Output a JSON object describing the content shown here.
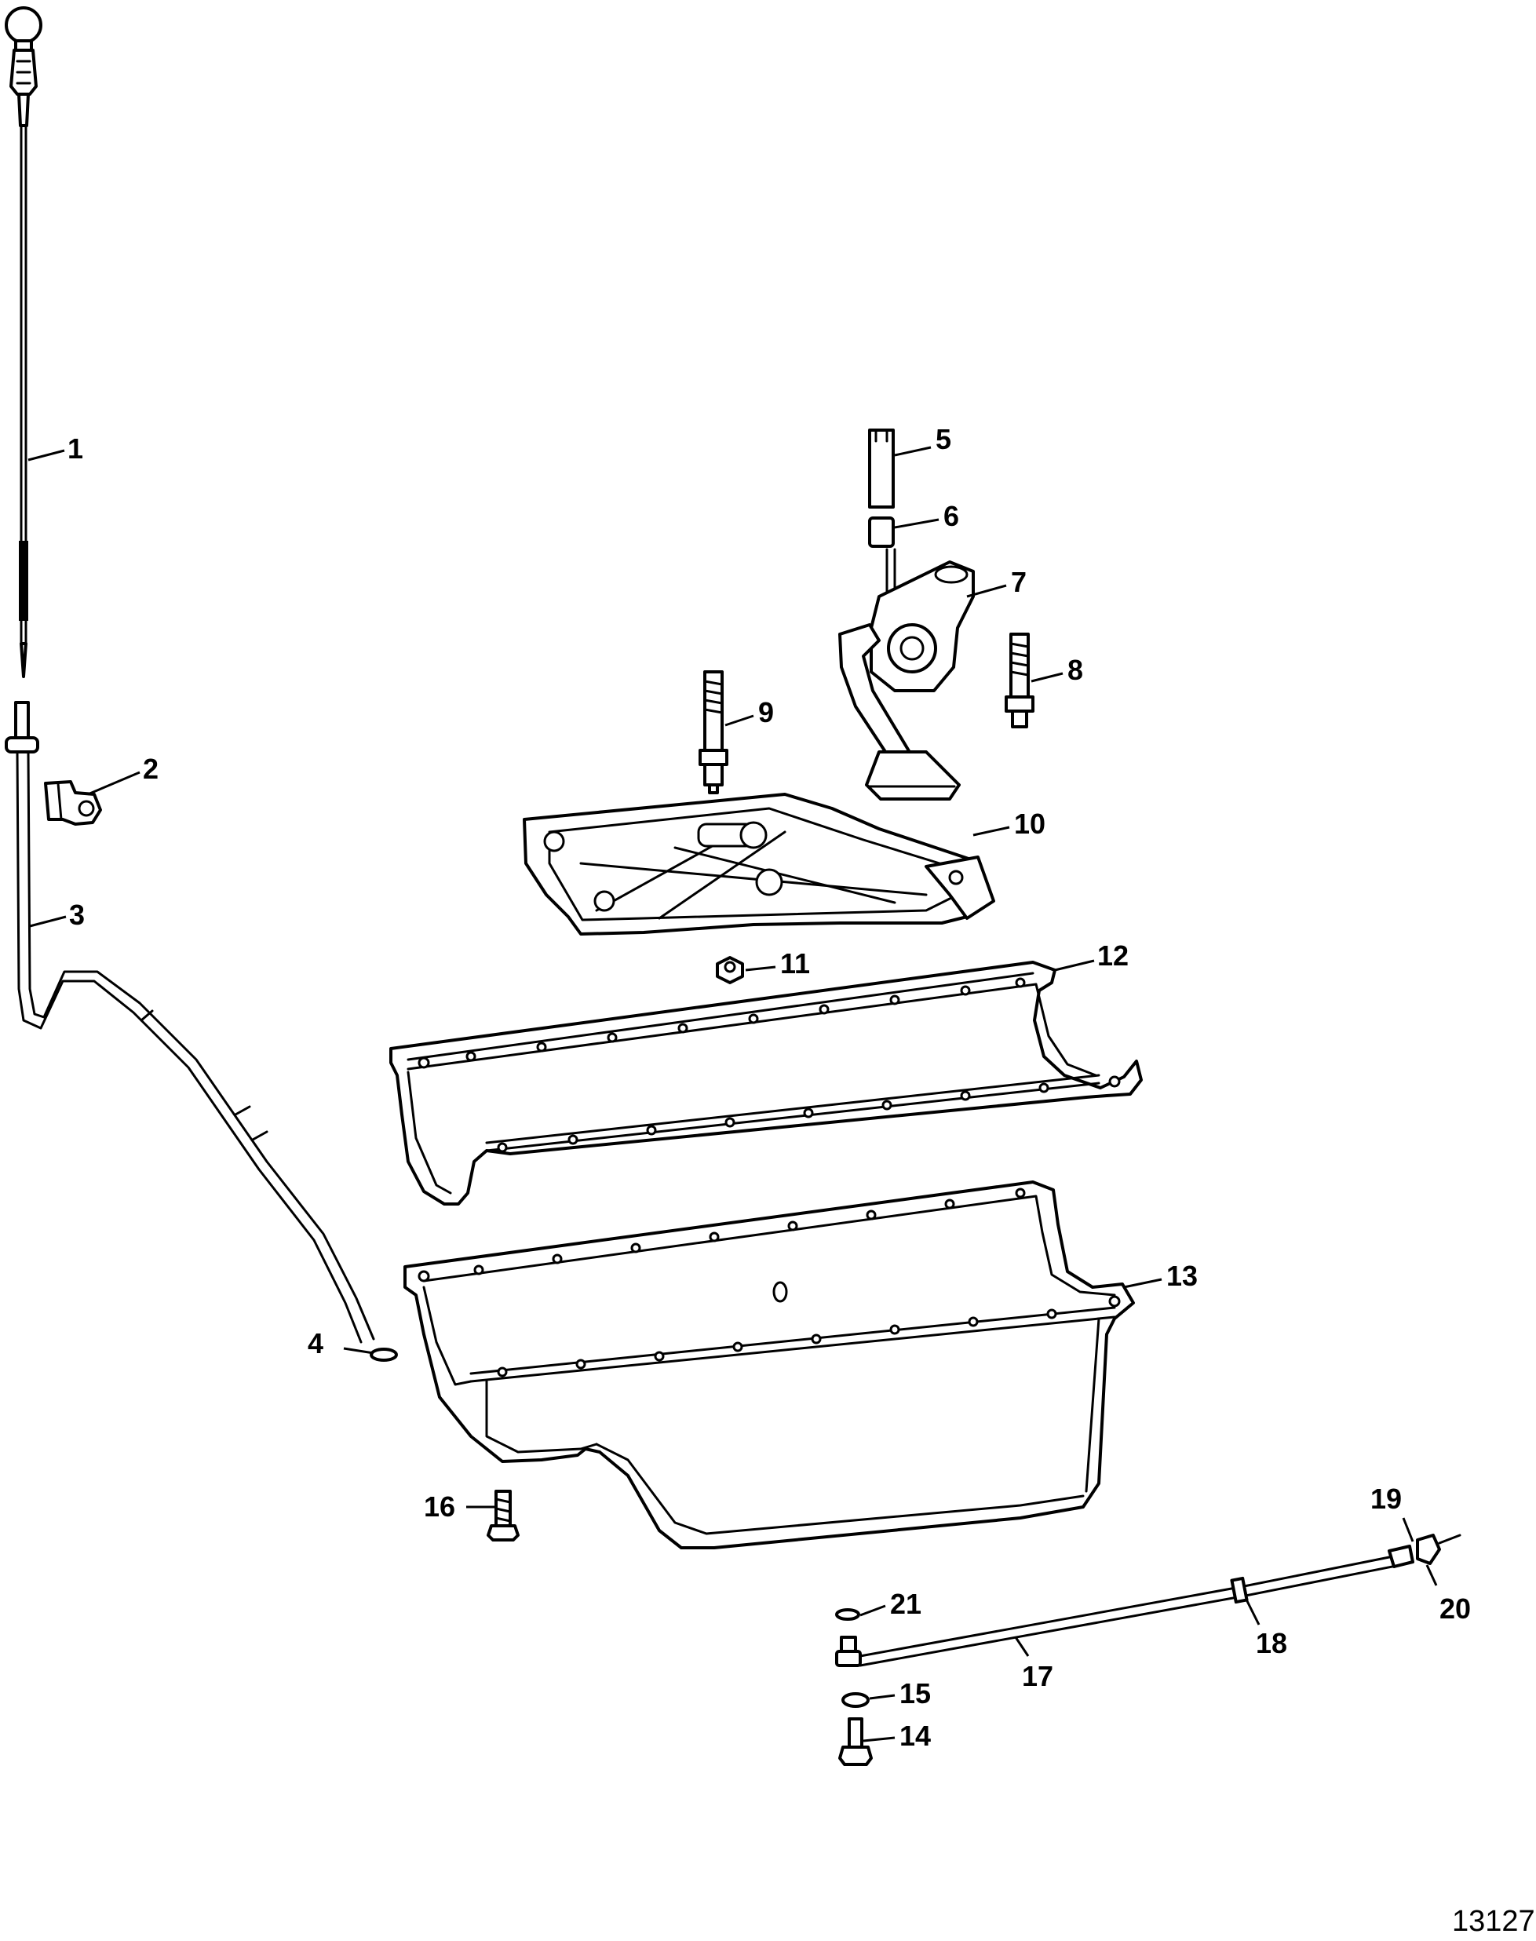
{
  "figure_id": "13127",
  "callouts": [
    {
      "id": "1",
      "text": "1"
    },
    {
      "id": "2",
      "text": "2"
    },
    {
      "id": "3",
      "text": "3"
    },
    {
      "id": "4",
      "text": "4"
    },
    {
      "id": "5",
      "text": "5"
    },
    {
      "id": "6",
      "text": "6"
    },
    {
      "id": "7",
      "text": "7"
    },
    {
      "id": "8",
      "text": "8"
    },
    {
      "id": "9",
      "text": "9"
    },
    {
      "id": "10",
      "text": "10"
    },
    {
      "id": "11",
      "text": "11"
    },
    {
      "id": "12",
      "text": "12"
    },
    {
      "id": "13",
      "text": "13"
    },
    {
      "id": "14",
      "text": "14"
    },
    {
      "id": "15",
      "text": "15"
    },
    {
      "id": "16",
      "text": "16"
    },
    {
      "id": "17",
      "text": "17"
    },
    {
      "id": "18",
      "text": "18"
    },
    {
      "id": "19",
      "text": "19"
    },
    {
      "id": "20",
      "text": "20"
    },
    {
      "id": "21",
      "text": "21"
    }
  ]
}
